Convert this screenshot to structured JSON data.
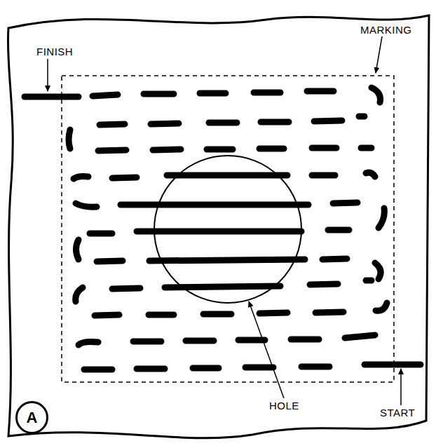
{
  "diagram": {
    "nodes": [
      {
        "text": [
          "A"
        ]
      }
    ],
    "labels": [
      "FINISH",
      "MARKING",
      "HOLE",
      "START"
    ]
  }
}
